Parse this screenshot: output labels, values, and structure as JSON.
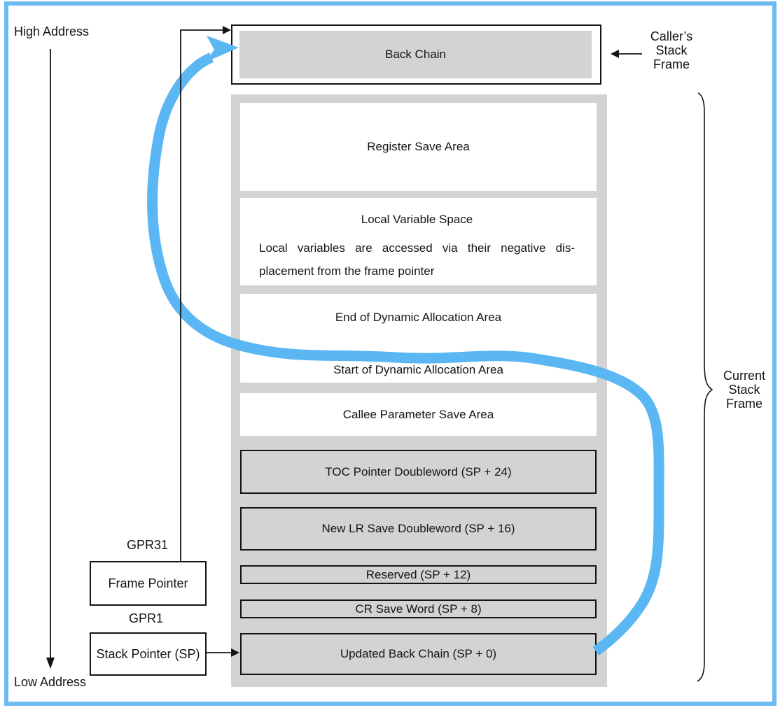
{
  "axis": {
    "high": "High Address",
    "low": "Low Address"
  },
  "caller": {
    "back_chain_label": "Back Chain",
    "side_label_lines": [
      "Caller’s",
      "Stack",
      "Frame"
    ]
  },
  "registers": {
    "gpr31": "GPR31",
    "gpr1": "GPR1",
    "frame_pointer": "Frame Pointer",
    "stack_pointer": "Stack Pointer (SP)"
  },
  "current_frame": {
    "side_label_lines": [
      "Current",
      "Stack",
      "Frame"
    ],
    "boxes": {
      "register_save": "Register Save Area",
      "local_variable_title": "Local Variable Space",
      "local_variable_desc_line1": "Local variables are accessed via their negative dis-",
      "local_variable_desc_line2": "placement from the frame pointer",
      "dynamic_end": "End of Dynamic Allocation Area",
      "dynamic_start": "Start of Dynamic Allocation Area",
      "callee_param": "Callee Parameter Save Area",
      "toc_pointer": "TOC Pointer Doubleword (SP + 24)",
      "new_lr": "New LR Save Doubleword (SP + 16)",
      "reserved": "Reserved (SP + 12)",
      "cr_save": "CR Save Word (SP + 8)",
      "updated_back_chain": "Updated Back Chain (SP + 0)"
    }
  },
  "colors": {
    "accent_blue": "#5ab7f3",
    "frame_border_blue": "#6cbcf2",
    "container_gray": "#d3d3d3",
    "line_black": "#141414"
  }
}
